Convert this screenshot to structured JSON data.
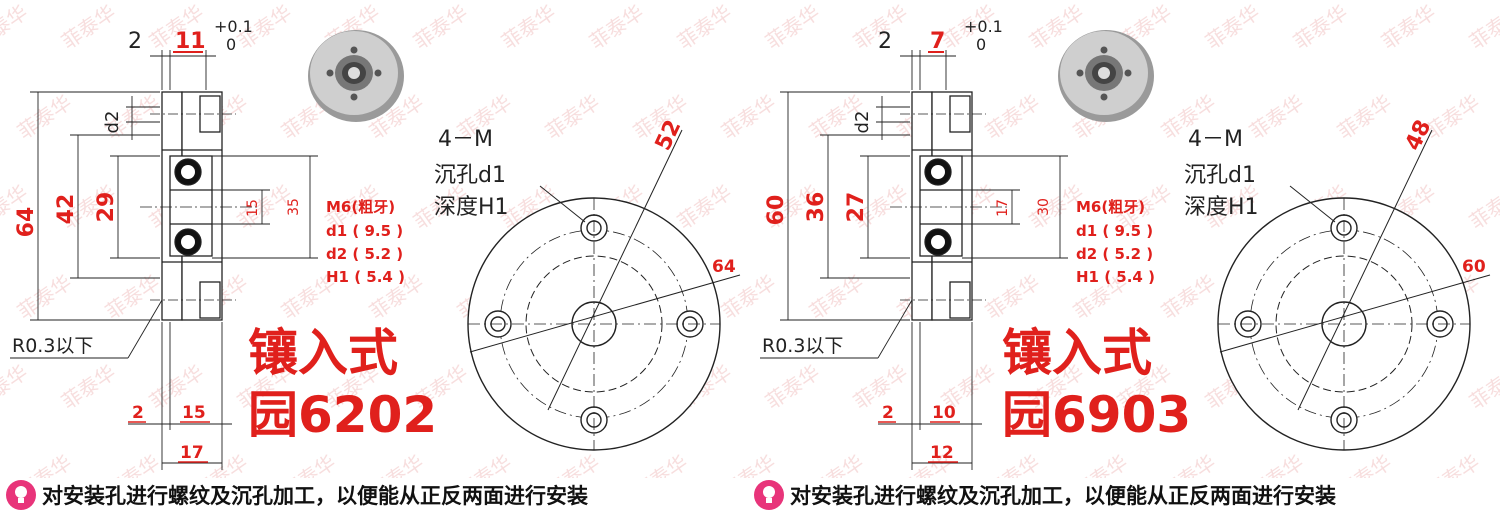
{
  "watermark": "菲泰华",
  "colors": {
    "red_dim": "#e0201c",
    "line": "#222222",
    "accent_icon": "#e8347a",
    "gray_part": "#b8b8b8"
  },
  "panels": [
    {
      "id": "6202",
      "top_dims": {
        "offset": "2",
        "width": "11",
        "tol_upper": "+0.1",
        "tol_lower": "0"
      },
      "left_dims": {
        "outer": "64",
        "inner1": "42",
        "inner2": "29",
        "d2": "d2"
      },
      "right_dims": {
        "bore": "15",
        "bearing": "35"
      },
      "specs": [
        "M6(粗牙)",
        "d1 ( 9.5 )",
        "d2 ( 5.2 )",
        "H1 ( 5.4 )"
      ],
      "fillet_note": "R0.3以下",
      "bottom_dims": {
        "offset": "2",
        "inner": "15",
        "total": "17"
      },
      "type_label": "镶入式",
      "model_label": "园6202",
      "front": {
        "pcd": "52",
        "outer": "64",
        "hole_callout": [
          "4－M",
          "沉孔d1",
          "深度H1"
        ]
      }
    },
    {
      "id": "6903",
      "top_dims": {
        "offset": "2",
        "width": "7",
        "tol_upper": "+0.1",
        "tol_lower": "0"
      },
      "left_dims": {
        "outer": "60",
        "inner1": "36",
        "inner2": "27",
        "d2": "d2"
      },
      "right_dims": {
        "bore": "17",
        "bearing": "30"
      },
      "specs": [
        "M6(粗牙)",
        "d1 ( 9.5 )",
        "d2 ( 5.2 )",
        "H1 ( 5.4 )"
      ],
      "fillet_note": "R0.3以下",
      "bottom_dims": {
        "offset": "2",
        "inner": "10",
        "total": "12"
      },
      "type_label": "镶入式",
      "model_label": "园6903",
      "front": {
        "pcd": "48",
        "outer": "60",
        "hole_callout": [
          "4－M",
          "沉孔d1",
          "深度H1"
        ]
      }
    }
  ],
  "footer": {
    "note": "对安装孔进行螺纹及沉孔加工，以便能从正反两面进行安装"
  }
}
